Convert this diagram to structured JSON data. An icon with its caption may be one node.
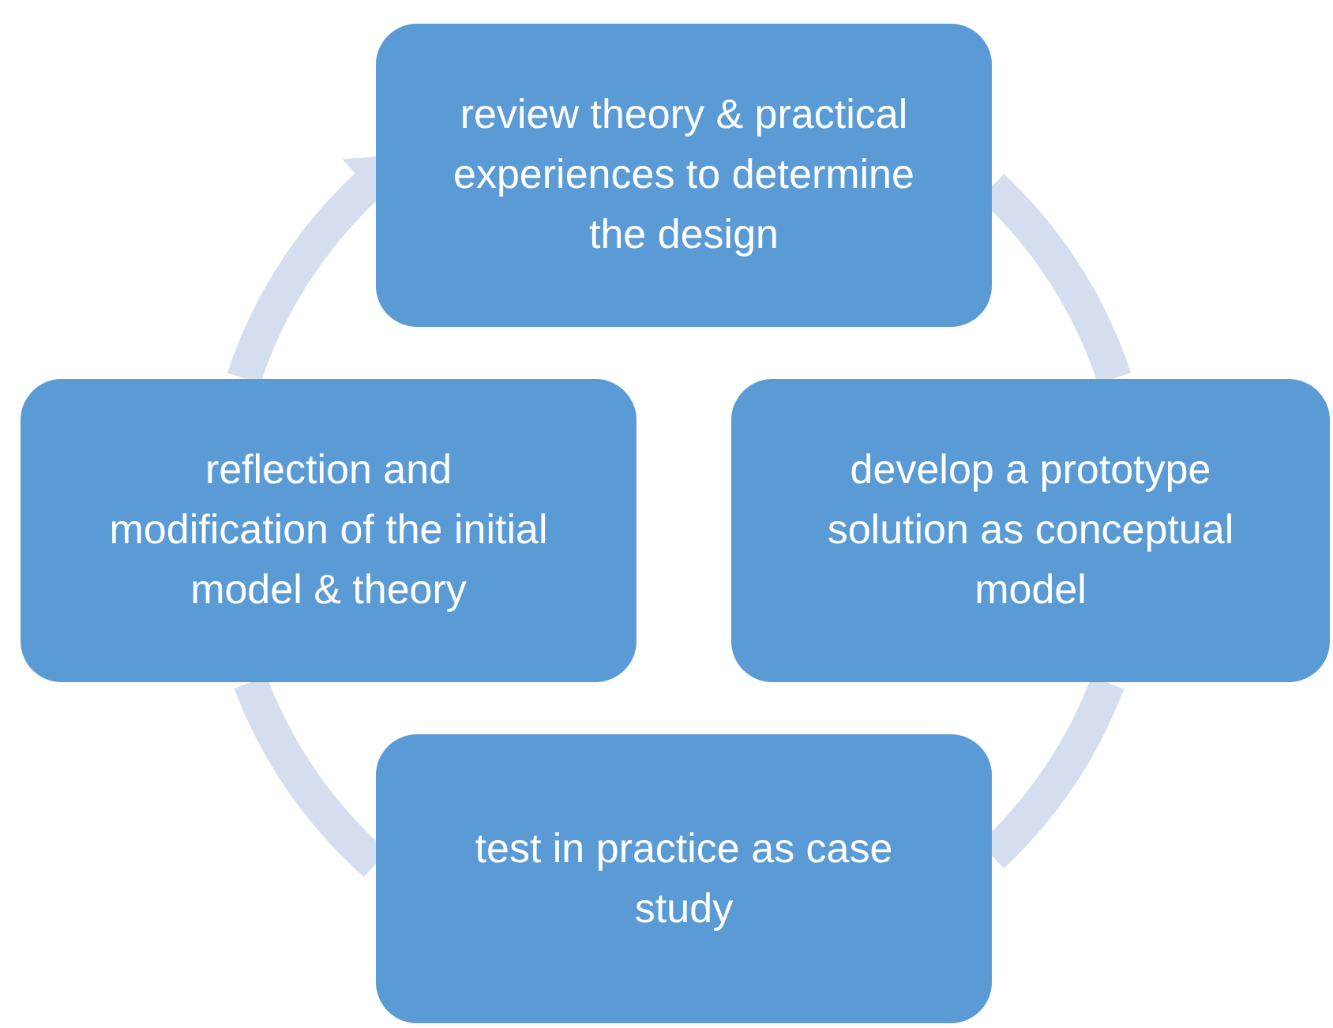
{
  "diagram": {
    "nodes": [
      {
        "text": [
          "review theory & practical experiences to determine the design"
        ]
      },
      {
        "text": [
          "develop a prototype solution as conceptual model"
        ]
      },
      {
        "text": [
          "test in practice as case study"
        ]
      },
      {
        "text": [
          "reflection and modification of the initial model & theory"
        ]
      }
    ],
    "edges": [
      {
        "from": 0,
        "to": 1,
        "arrow": "none"
      },
      {
        "from": 1,
        "to": 2,
        "arrow": "none"
      },
      {
        "from": 2,
        "to": 3,
        "arrow": "none"
      },
      {
        "from": 3,
        "to": 0,
        "arrow": "to"
      }
    ]
  }
}
